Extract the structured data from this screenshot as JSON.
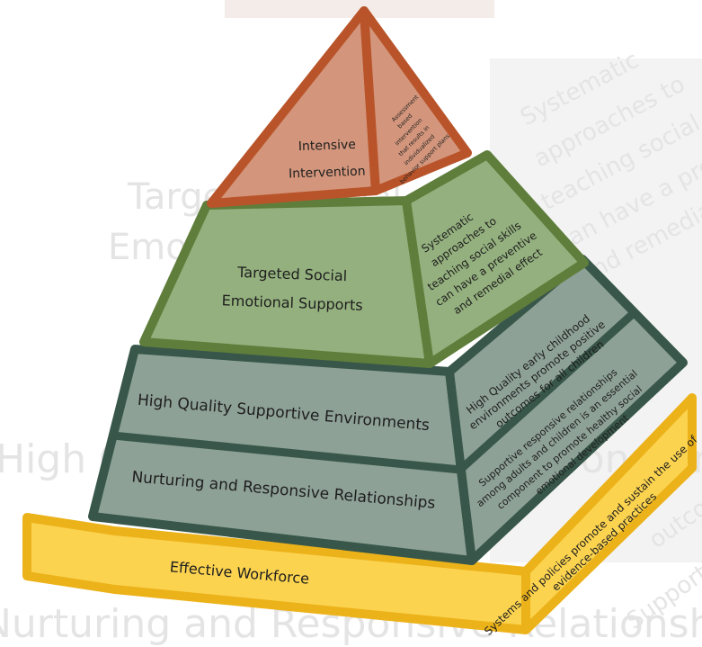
{
  "diagram": {
    "tiers": {
      "intensive": {
        "title_line1": "Intensive",
        "title_line2": "Intervention",
        "side_lines": [
          "Assessment",
          "based",
          "intervention",
          "that results in",
          "individualized",
          "behavior support plans"
        ]
      },
      "targeted": {
        "title_line1": "Targeted Social",
        "title_line2": "Emotional Supports",
        "side_lines": [
          "Systematic",
          "approaches to",
          "teaching social skills",
          "can have a preventive",
          "and remedial effect"
        ]
      },
      "environments": {
        "title": "High Quality Supportive Environments",
        "side_lines": [
          "High Quality early childhood",
          "environments promote positive",
          "outcomes for all children"
        ]
      },
      "relationships": {
        "title": "Nurturing and Responsive Relationships",
        "side_lines": [
          "Supportive responsive relationships",
          "among adults and children is an essential",
          "component to promote healthy social",
          "emotional development"
        ]
      }
    },
    "base": {
      "front_label": "Effective Workforce",
      "side_lines": [
        "Systems and policies promote and sustain the use of",
        "evidence-based practices"
      ]
    },
    "colors": {
      "intensive_fill": "#d3967c",
      "intensive_border": "#b9542a",
      "targeted_fill": "#94b07e",
      "targeted_border": "#5f7e3b",
      "lower_fill": "#8ea197",
      "lower_border": "#38574a",
      "base_fill": "#fbd34f",
      "base_border": "#ecb21a"
    }
  }
}
